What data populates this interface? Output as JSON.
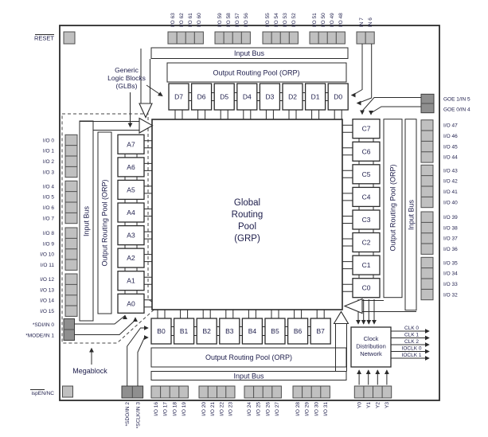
{
  "grp": [
    "Global",
    "Routing",
    "Pool",
    "(GRP)"
  ],
  "bus": {
    "input": "Input Bus",
    "orp": "Output Routing Pool (ORP)"
  },
  "blocks": {
    "top": [
      "D7",
      "D6",
      "D5",
      "D4",
      "D3",
      "D2",
      "D1",
      "D0"
    ],
    "left": [
      "A7",
      "A6",
      "A5",
      "A4",
      "A3",
      "A2",
      "A1",
      "A0"
    ],
    "right": [
      "C7",
      "C6",
      "C5",
      "C4",
      "C3",
      "C2",
      "C1",
      "C0"
    ],
    "bottom": [
      "B0",
      "B1",
      "B2",
      "B3",
      "B4",
      "B5",
      "B6",
      "B7"
    ]
  },
  "glb_note": [
    "Generic",
    "Logic Blocks",
    "(GLBs)"
  ],
  "megablock": "Megablock",
  "clock_box": [
    "Clock",
    "Distribution",
    "Network"
  ],
  "clocks": [
    "CLK 0",
    "CLK 1",
    "CLK 2",
    "IOCLK 0",
    "IOCLK 1"
  ],
  "pins": {
    "reset": "RESET",
    "ispen": "ispEN/NC",
    "sdi": "*SDI/IN 0",
    "mode": "*MODE/IN 1",
    "sdo": "*SDO/IN 2",
    "sclk": "*SCLK/IN 3",
    "goe1": "GOE 1/IN 5",
    "goe0": "GOE 0/IN 4",
    "in_top": [
      "IN 7",
      "IN 6"
    ],
    "y": [
      "Y0",
      "Y1",
      "Y2",
      "Y3"
    ],
    "top_io": [
      "I/O 63",
      "I/O 62",
      "I/O 61",
      "I/O 60",
      "I/O 59",
      "I/O 58",
      "I/O 57",
      "I/O 56",
      "I/O 55",
      "I/O 54",
      "I/O 53",
      "I/O 52",
      "I/O 51",
      "I/O 50",
      "I/O 49",
      "I/O 48"
    ],
    "left_io": [
      "I/O 0",
      "I/O 1",
      "I/O 2",
      "I/O 3",
      "I/O 4",
      "I/O 5",
      "I/O 6",
      "I/O 7",
      "I/O 8",
      "I/O 9",
      "I/O 10",
      "I/O 11",
      "I/O 12",
      "I/O 13",
      "I/O 14",
      "I/O 15"
    ],
    "right_io": [
      "I/O 47",
      "I/O 46",
      "I/O 45",
      "I/O 44",
      "I/O 43",
      "I/O 42",
      "I/O 41",
      "I/O 40",
      "I/O 39",
      "I/O 38",
      "I/O 37",
      "I/O 36",
      "I/O 35",
      "I/O 34",
      "I/O 33",
      "I/O 32"
    ],
    "bottom_io": [
      "I/O 16",
      "I/O 17",
      "I/O 18",
      "I/O 19",
      "I/O 20",
      "I/O 21",
      "I/O 22",
      "I/O 23",
      "I/O 24",
      "I/O 25",
      "I/O 26",
      "I/O 27",
      "I/O 28",
      "I/O 29",
      "I/O 30",
      "I/O 31"
    ]
  },
  "colors": {
    "pad_light": "#c0c0c0",
    "pad_dark": "#8f8f8f",
    "line": "#2b2b2b",
    "text": "#1c1c4a",
    "background": "#ffffff"
  }
}
